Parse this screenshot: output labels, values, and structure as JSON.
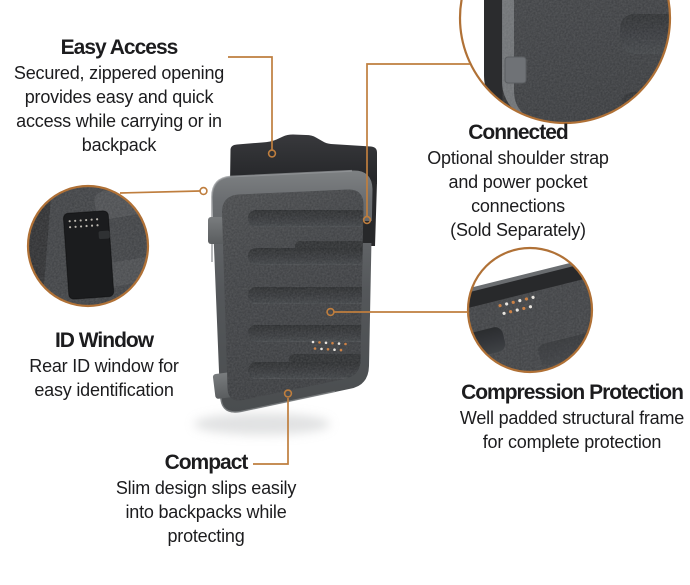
{
  "colors": {
    "accent_line": "#bf7e3e",
    "circle_border": "#b07136",
    "text": "#1c1c1e",
    "case_flap": "#2a2b2d",
    "case_shell": "#5d6063",
    "case_front": "#3e4043",
    "pin_orange": "#cd8246",
    "pin_white": "#e9e5df"
  },
  "callouts": {
    "easy_access": {
      "title": "Easy Access",
      "lines": [
        "Secured, zippered opening",
        "provides easy and quick",
        "access while carrying or in",
        "backpack"
      ]
    },
    "connected": {
      "title": "Connected",
      "lines": [
        "Optional shoulder strap",
        "and power pocket",
        "connections",
        "(Sold Separately)"
      ]
    },
    "id_window": {
      "title": "ID Window",
      "lines": [
        "Rear ID window for",
        "easy identification"
      ]
    },
    "compression": {
      "title": "Compression Protection",
      "lines": [
        "Well padded structural frame",
        "for complete protection"
      ]
    },
    "compact": {
      "title": "Compact",
      "lines": [
        "Slim design slips easily",
        "into backpacks while",
        "protecting"
      ]
    }
  }
}
